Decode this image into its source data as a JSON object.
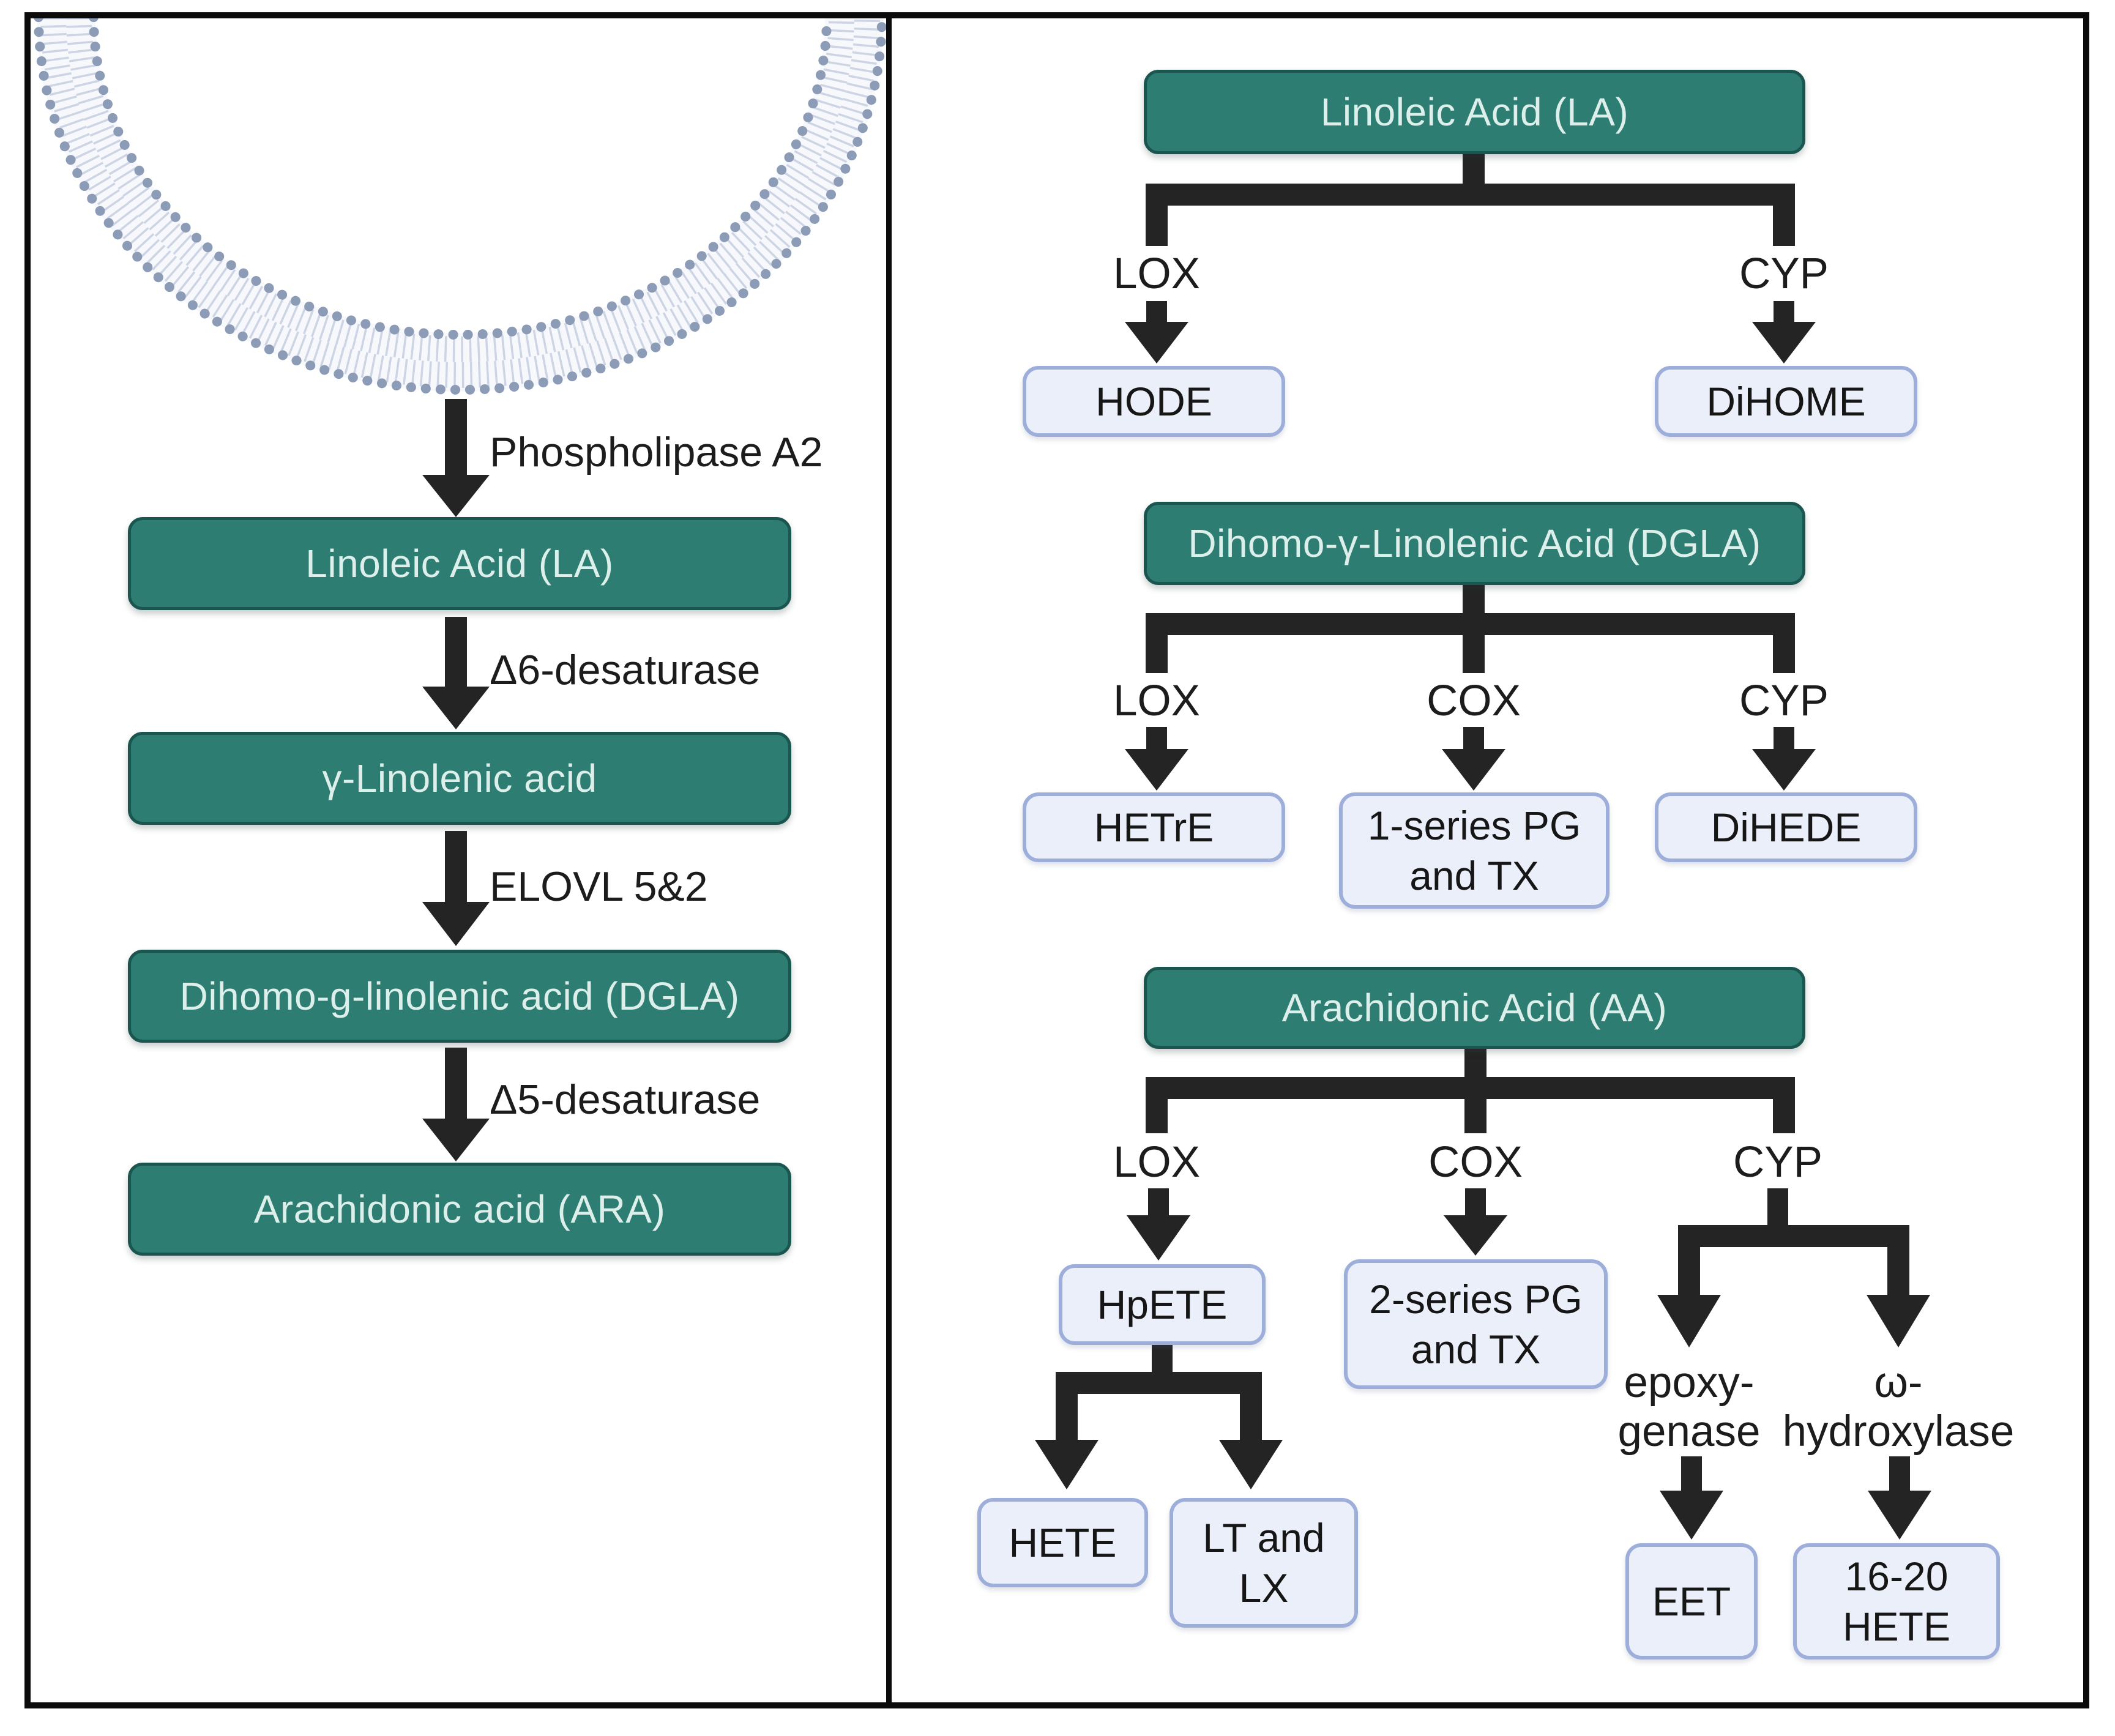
{
  "colors": {
    "frame_color": "#0B0B0B",
    "arrow_color": "#242424",
    "teal_box_fill": "#2E7D73",
    "teal_box_border": "#1A564F",
    "teal_box_text": "#DCEFEA",
    "product_box_fill": "#EAEFF9",
    "product_box_border": "#9EAEDA",
    "membrane_dot": "#8C9BB6",
    "membrane_tail": "#CDD4E4",
    "membrane_band": "#F6F8FC"
  },
  "left_panel": {
    "membrane_icon": "cell-membrane-lipid-bilayer",
    "steps": [
      {
        "enzyme": "Phospholipase A2",
        "product": "Linoleic Acid (LA)"
      },
      {
        "enzyme": "Δ6-desaturase",
        "product": "γ-Linolenic acid"
      },
      {
        "enzyme": "ELOVL 5&2",
        "product": "Dihomo-g-linolenic acid (DGLA)"
      },
      {
        "enzyme": "Δ5-desaturase",
        "product": "Arachidonic acid (ARA)"
      }
    ]
  },
  "right_panel": {
    "tree_la": {
      "root": "Linoleic Acid (LA)",
      "branches": [
        {
          "enzyme": "LOX",
          "product": "HODE"
        },
        {
          "enzyme": "CYP",
          "product": "DiHOME"
        }
      ]
    },
    "tree_dgla": {
      "root": "Dihomo-γ-Linolenic Acid (DGLA)",
      "branches": [
        {
          "enzyme": "LOX",
          "product": "HETrE"
        },
        {
          "enzyme": "COX",
          "product": "1-series PG\nand TX"
        },
        {
          "enzyme": "CYP",
          "product": "DiHEDE"
        }
      ]
    },
    "tree_aa": {
      "root": "Arachidonic Acid (AA)",
      "branches": [
        {
          "enzyme": "LOX",
          "product": "HpETE"
        },
        {
          "enzyme": "COX",
          "product": "2-series PG\nand TX"
        },
        {
          "enzyme": "CYP"
        }
      ],
      "hpete_products": [
        "HETE",
        "LT and\nLX"
      ],
      "cyp_branches": [
        {
          "enzyme": "epoxy-\ngenase",
          "product": "EET"
        },
        {
          "enzyme": "ω-\nhydroxylase",
          "product": "16-20\nHETE"
        }
      ]
    }
  }
}
